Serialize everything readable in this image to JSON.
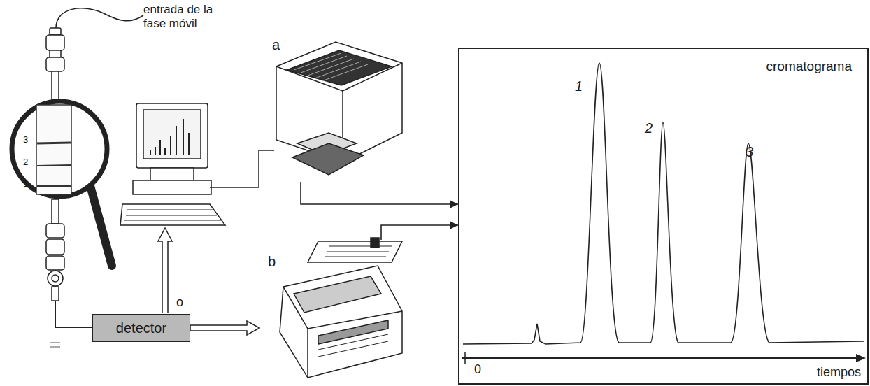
{
  "diagram": {
    "nodes": [
      {
        "text": [
          "detector"
        ]
      },
      {
        "text": [
          "a"
        ]
      },
      {
        "text": [
          "b"
        ]
      },
      {
        "text": [
          "cromatograma"
        ]
      }
    ],
    "edges": [
      {
        "from": 0,
        "to": 2,
        "arrow": "to"
      },
      {
        "from": 1,
        "to": 3,
        "arrow": "to"
      },
      {
        "from": 2,
        "to": 3,
        "arrow": "to"
      }
    ],
    "labels": [
      "entrada de la fase móvil",
      "3",
      "2",
      "1",
      "o",
      "1",
      "2",
      "3",
      "0",
      "tiempos"
    ]
  }
}
